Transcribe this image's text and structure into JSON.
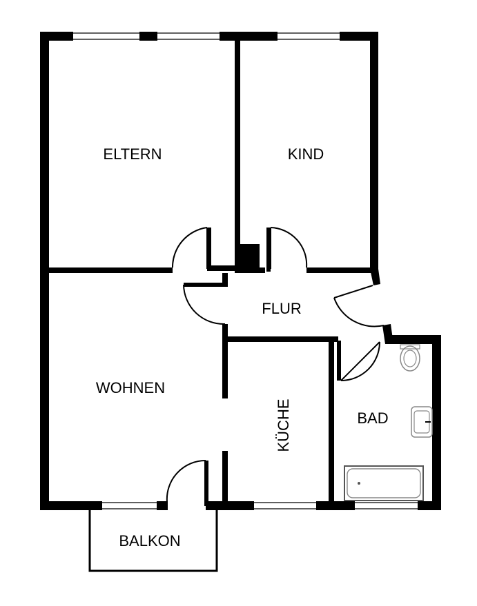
{
  "plan": {
    "rooms": {
      "eltern": "ELTERN",
      "kind": "KIND",
      "flur": "FLUR",
      "wohnen": "WOHNEN",
      "kueche": "KÜCHE",
      "bad": "BAD",
      "balkon": "BALKON"
    },
    "colors": {
      "wall": "#000000",
      "background": "#ffffff",
      "fixture": "#888888"
    }
  }
}
